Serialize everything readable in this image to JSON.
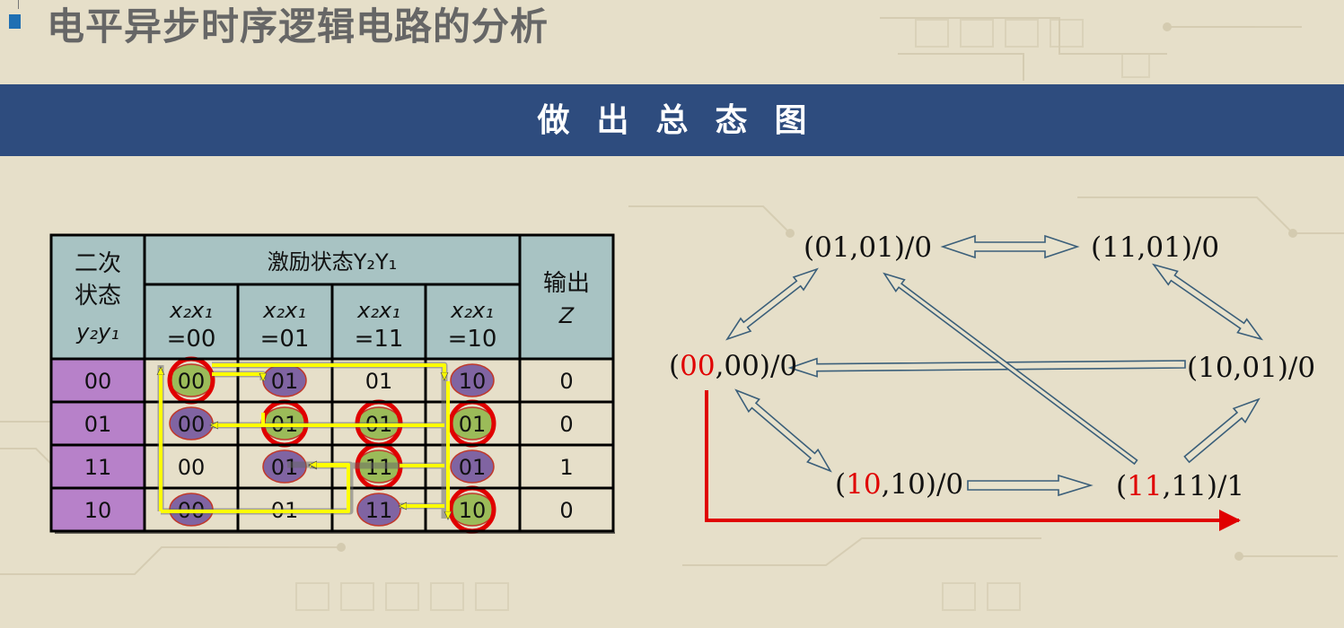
{
  "page_title": "电平异步时序逻辑电路的分析",
  "banner": "做出总态图",
  "table": {
    "secondary_state_header": [
      "二次",
      "状态"
    ],
    "secondary_vars": "y₂y₁",
    "excitation_header": "激励状态Y₂Y₁",
    "output_header": "输出",
    "output_var": "Z",
    "input_var": "x₂x₁",
    "input_cols": [
      "=00",
      "=01",
      "=11",
      "=10"
    ],
    "rows": [
      {
        "state": "00",
        "cells": [
          "00",
          "01",
          "01",
          "10"
        ],
        "z": "0"
      },
      {
        "state": "01",
        "cells": [
          "00",
          "01",
          "01",
          "01"
        ],
        "z": "0"
      },
      {
        "state": "11",
        "cells": [
          "00",
          "01",
          "11",
          "01"
        ],
        "z": "1"
      },
      {
        "state": "10",
        "cells": [
          "00",
          "01",
          "11",
          "10"
        ],
        "z": "0"
      }
    ]
  },
  "diagram": {
    "nodes": {
      "n0101": {
        "pre": "(01,01)/0",
        "red": "",
        "post": ""
      },
      "n1101": {
        "pre": "(11,01)/0",
        "red": "",
        "post": ""
      },
      "n0000": {
        "pre": "(",
        "red": "00",
        "post": ",00)/0"
      },
      "n1001": {
        "pre": "(10,01)/0",
        "red": "",
        "post": ""
      },
      "n1010": {
        "pre": "(",
        "red": "10",
        "post": ",10)/0"
      },
      "n1111": {
        "pre": "(",
        "red": "11",
        "post": ",11)/1"
      }
    }
  },
  "colors": {
    "banner": "#2e4c7e",
    "header_cell": "#a8c3c3",
    "state_cell": "#b781c9",
    "green_oval": "#9bbb59",
    "purple_oval": "#8064a2",
    "highlight_ring": "#e00000",
    "yellow_arrow": "#ffff00",
    "red_path": "#e00000"
  }
}
